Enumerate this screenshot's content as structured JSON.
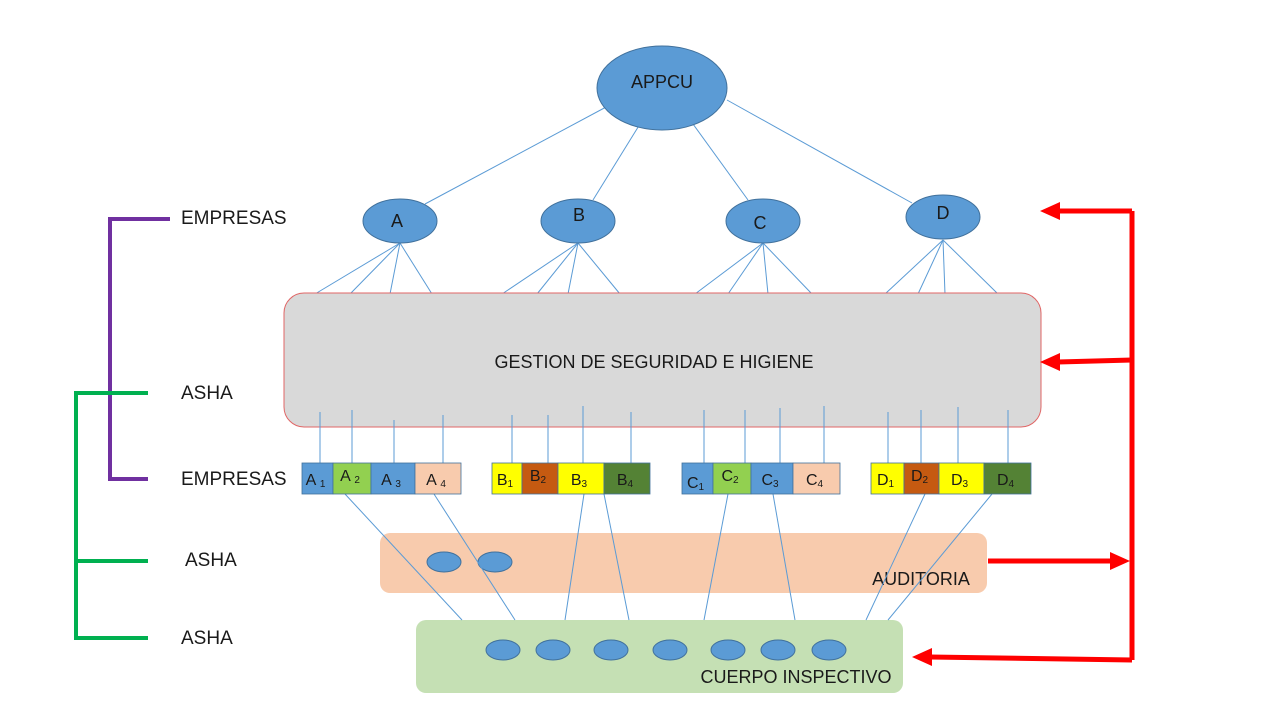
{
  "root": {
    "label": "APPCU",
    "color": "#5b9bd5"
  },
  "companies": [
    {
      "id": "a",
      "label": "A"
    },
    {
      "id": "b",
      "label": "B"
    },
    {
      "id": "c",
      "label": "C"
    },
    {
      "id": "d",
      "label": "D"
    }
  ],
  "gestion": {
    "label": "GESTION DE SEGURIDAD E HIGIENE",
    "fill": "#d9d9d9",
    "border": "#e06666"
  },
  "auditoria": {
    "label": "AUDITORIA",
    "fill": "#f8cbad"
  },
  "cuerpo": {
    "label": "CUERPO INSPECTIVO",
    "fill": "#c5e0b4"
  },
  "side_labels": {
    "empresas_top": "EMPRESAS",
    "asha_1": "ASHA",
    "empresas_mid": "EMPRESAS",
    "asha_2": "ASHA",
    "asha_3": "ASHA"
  },
  "cells": [
    {
      "group": "A",
      "letter": "A",
      "sub": "1",
      "spaced": true,
      "fill": "#5b9bd5"
    },
    {
      "group": "A",
      "letter": "A",
      "sub": "2",
      "spaced": true,
      "fill": "#92d050"
    },
    {
      "group": "A",
      "letter": "A",
      "sub": "3",
      "spaced": true,
      "fill": "#5b9bd5"
    },
    {
      "group": "A",
      "letter": "A",
      "sub": "4",
      "spaced": true,
      "fill": "#f8cbad"
    },
    {
      "group": "B",
      "letter": "B",
      "sub": "1",
      "spaced": false,
      "fill": "#ffff00"
    },
    {
      "group": "B",
      "letter": "B",
      "sub": "2",
      "spaced": false,
      "fill": "#c55a11"
    },
    {
      "group": "B",
      "letter": "B",
      "sub": "3",
      "spaced": false,
      "fill": "#ffff00"
    },
    {
      "group": "B",
      "letter": "B",
      "sub": "4",
      "spaced": false,
      "fill": "#548235"
    },
    {
      "group": "C",
      "letter": "C",
      "sub": "1",
      "spaced": false,
      "fill": "#5b9bd5"
    },
    {
      "group": "C",
      "letter": "C",
      "sub": "2",
      "spaced": false,
      "fill": "#92d050"
    },
    {
      "group": "C",
      "letter": "C",
      "sub": "3",
      "spaced": false,
      "fill": "#5b9bd5"
    },
    {
      "group": "C",
      "letter": "C",
      "sub": "4",
      "spaced": false,
      "fill": "#f8cbad"
    },
    {
      "group": "D",
      "letter": "D",
      "sub": "1",
      "spaced": false,
      "fill": "#ffff00"
    },
    {
      "group": "D",
      "letter": "D",
      "sub": "2",
      "spaced": false,
      "fill": "#c55a11"
    },
    {
      "group": "D",
      "letter": "D",
      "sub": "3",
      "spaced": false,
      "fill": "#ffff00"
    },
    {
      "group": "D",
      "letter": "D",
      "sub": "4",
      "spaced": false,
      "fill": "#548235"
    }
  ],
  "colors": {
    "node_fill": "#5b9bd5",
    "node_stroke": "#41719c",
    "connector": "#5b9bd5",
    "bracket_purple": "#7030a0",
    "bracket_green": "#00b050",
    "arrow_red": "#ff0000"
  }
}
